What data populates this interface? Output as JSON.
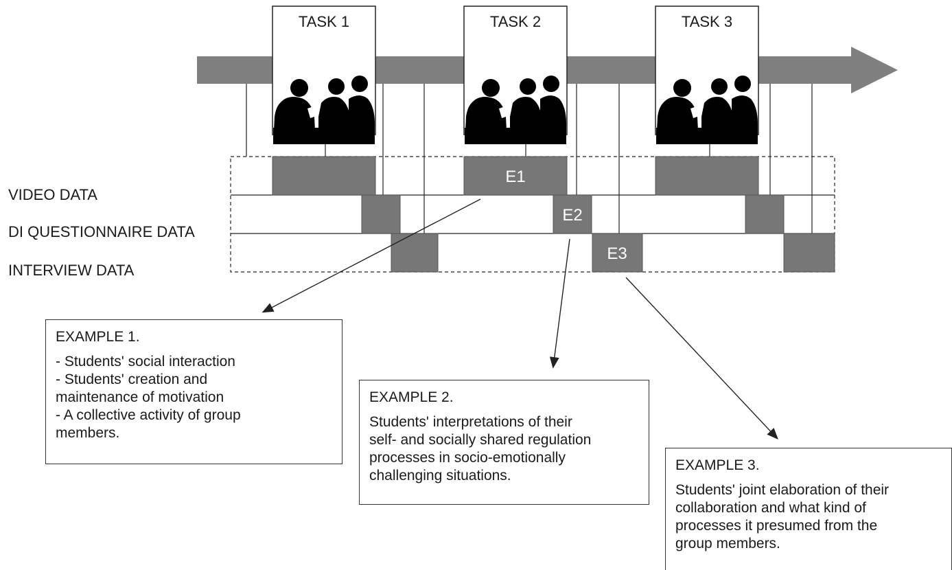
{
  "tasks": [
    {
      "label": "TASK 1"
    },
    {
      "label": "TASK 2"
    },
    {
      "label": "TASK 3"
    }
  ],
  "rows": [
    {
      "label": "VIDEO DATA"
    },
    {
      "label": "DI QUESTIONNAIRE DATA"
    },
    {
      "label": "INTERVIEW DATA"
    }
  ],
  "events": [
    {
      "label": "E1"
    },
    {
      "label": "E2"
    },
    {
      "label": "E3"
    }
  ],
  "examples": [
    {
      "title": "EXAMPLE 1.",
      "lines": [
        "- Students' social interaction",
        "- Students' creation and",
        "maintenance of motivation",
        "-  A collective activity of group",
        "members."
      ]
    },
    {
      "title": "EXAMPLE 2.",
      "lines": [
        "Students' interpretations of their",
        "self- and socially shared  regulation",
        "processes in socio-emotionally",
        "challenging situations."
      ]
    },
    {
      "title": "EXAMPLE 3.",
      "lines": [
        "Students' joint elaboration of their",
        "collaboration and what kind of",
        "processes it presumed from the",
        "group members."
      ]
    }
  ],
  "colors": {
    "bar": "#7f7f7f",
    "block": "#777777",
    "line": "#222222"
  }
}
